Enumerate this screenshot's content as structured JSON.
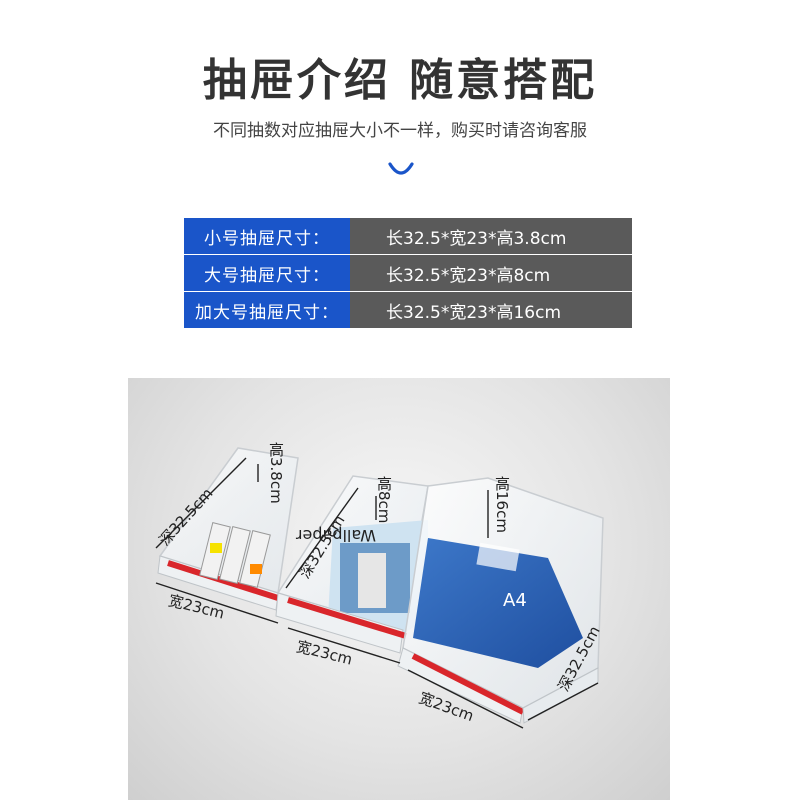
{
  "header": {
    "title": "抽屉介绍  随意搭配",
    "subtitle": "不同抽数对应抽屉大小不一样，购买时请咨询客服"
  },
  "sizes": [
    {
      "label": "小号抽屉尺寸：",
      "value": "长32.5*宽23*高3.8cm"
    },
    {
      "label": "大号抽屉尺寸：",
      "value": "长32.5*宽23*高8cm"
    },
    {
      "label": "加大号抽屉尺寸：",
      "value": "长32.5*宽23*高16cm"
    }
  ],
  "dimensions": {
    "small_height": "高3.8cm",
    "small_depth": "深32.5cm",
    "small_width": "宽23cm",
    "large_height": "高8cm",
    "large_depth": "深32.5cm",
    "large_width": "宽23cm",
    "xl_height": "高16cm",
    "xl_depth": "深32.5cm",
    "xl_width": "宽23cm"
  },
  "product_text": {
    "magazine": "Wallpaper",
    "paper": "A4"
  },
  "colors": {
    "accent": "#1a55c9",
    "value_bg": "#5a5a5a",
    "chevron": "#1a55c9"
  },
  "icons": {
    "chevron": "chevron-down-icon"
  }
}
